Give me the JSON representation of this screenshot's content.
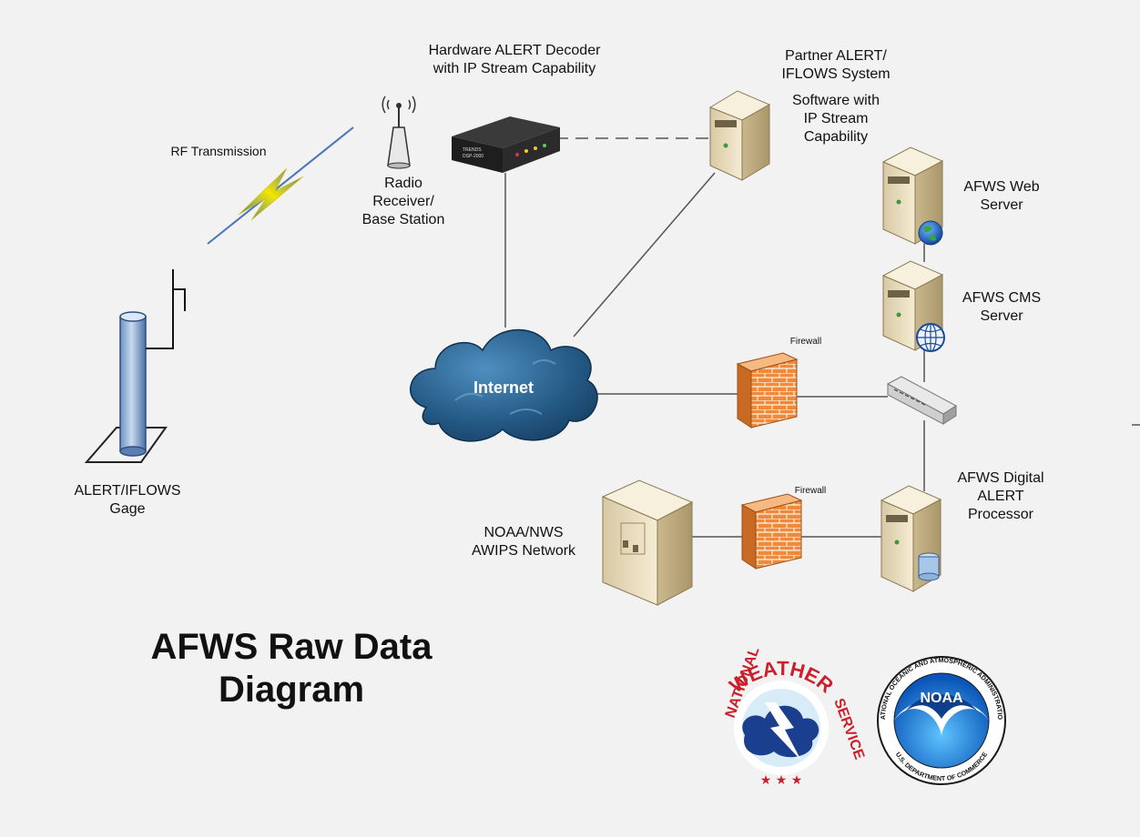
{
  "diagram": {
    "title_lines": [
      "AFWS Raw Data",
      "Diagram"
    ],
    "nodes": {
      "decoder": [
        "Hardware ALERT Decoder",
        "with IP Stream Capability"
      ],
      "partner": [
        "Partner ALERT/",
        "IFLOWS System"
      ],
      "software": [
        "Software with",
        "IP Stream",
        "Capability"
      ],
      "rf": [
        "RF Transmission"
      ],
      "radio": [
        "Radio",
        "Receiver/",
        "Base Station"
      ],
      "web_server": [
        "AFWS Web",
        "Server"
      ],
      "cms_server": [
        "AFWS CMS",
        "Server"
      ],
      "firewall_top": [
        "Firewall"
      ],
      "internet": [
        "Internet"
      ],
      "gage": [
        "ALERT/IFLOWS",
        "Gage"
      ],
      "processor": [
        "AFWS Digital",
        "ALERT",
        "Processor"
      ],
      "firewall_bottom": [
        "Firewall"
      ],
      "awips": [
        "NOAA/NWS",
        "AWIPS Network"
      ]
    },
    "decoder_device_text": [
      "TRENDS",
      "DSP-2000"
    ],
    "logos": {
      "nws": [
        "NATIONAL",
        "WEATHER",
        "SERVICE"
      ],
      "noaa_center": "NOAA",
      "noaa_ring": [
        "NATIONAL OCEANIC AND ATMOSPHERIC ADMINISTRATION",
        "U.S. DEPARTMENT OF COMMERCE"
      ]
    },
    "colors": {
      "line": "#555555",
      "server_body": "#efe4c8",
      "firewall": "#f08a3a",
      "cloud": "#2a5f86",
      "lightning": "#f2e000",
      "noaa_blue": "#1b5fb0",
      "nws_red": "#cc1e2b"
    }
  }
}
